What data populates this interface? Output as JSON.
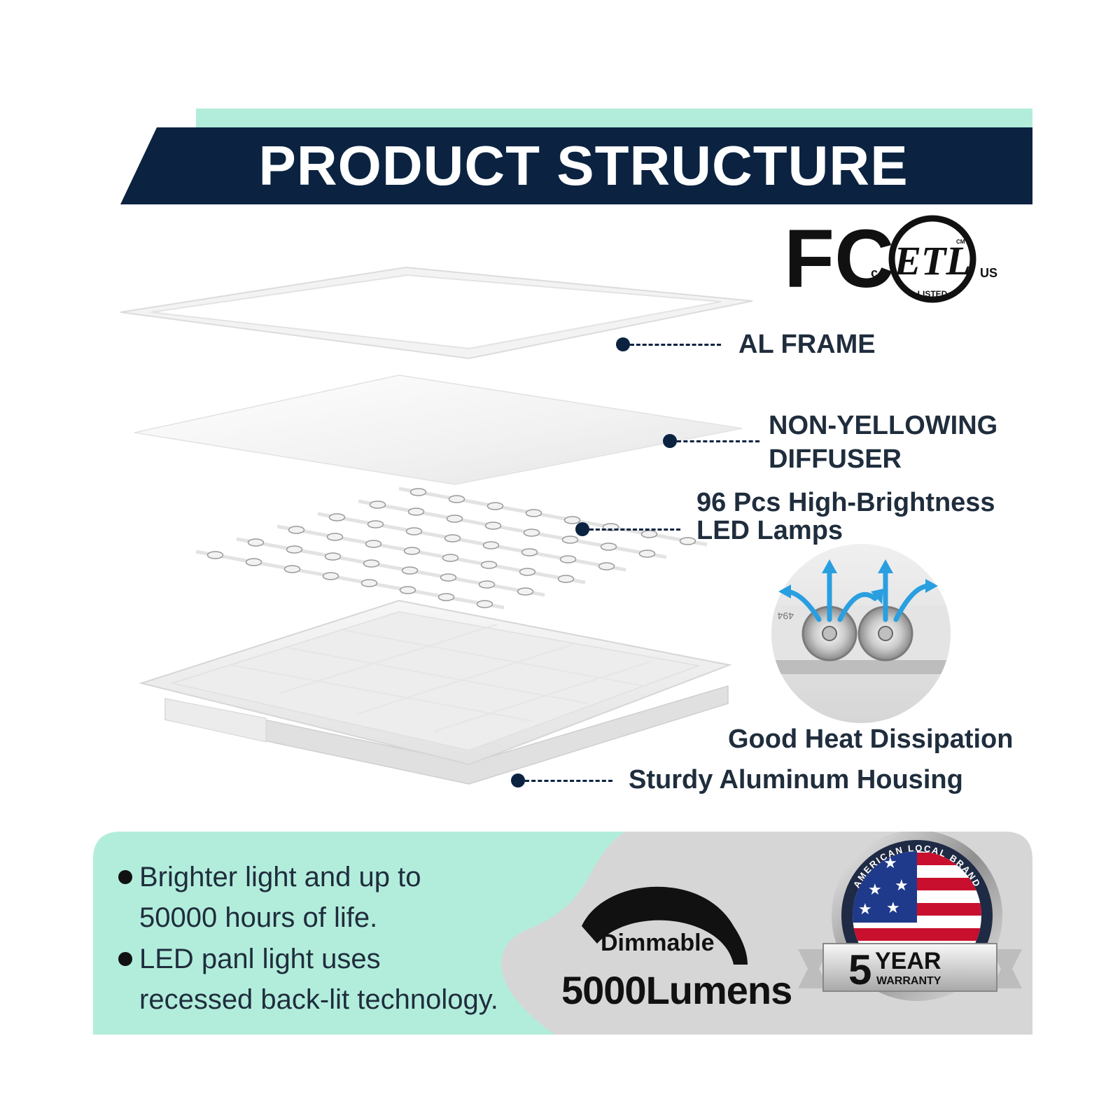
{
  "header": {
    "title": "PRODUCT STRUCTURE"
  },
  "certifications": {
    "fcc_mark": "FC",
    "etl_mark": "ETL",
    "etl_left": "c",
    "etl_right": "US",
    "etl_listed": "LISTED",
    "etl_small": "CM"
  },
  "callouts": {
    "frame": "AL FRAME",
    "diffuser_line1": "NON-YELLOWING",
    "diffuser_line2": "DIFFUSER",
    "leds_line1": "96 Pcs High-Brightness",
    "leds_line2": "LED Lamps",
    "heat": "Good Heat Dissipation",
    "housing": "Sturdy Aluminum Housing"
  },
  "heat_inset": {
    "part_number": "494"
  },
  "features": {
    "bullet1_line1": "Brighter light and up to",
    "bullet1_line2": "50000 hours of life.",
    "bullet2_line1": "LED panl light uses",
    "bullet2_line2": "recessed back-lit technology."
  },
  "specs": {
    "dimmable": "Dimmable",
    "lumens": "5000Lumens"
  },
  "badge": {
    "ring_text": "AMERICAN LOCAL BRAND",
    "years": "5",
    "year_word": "YEAR",
    "warranty_word": "WARRANTY"
  },
  "colors": {
    "navy": "#0b2341",
    "mint": "#b2eddb",
    "panel_gray": "#d6d6d6",
    "arrow_blue": "#2a9fe0"
  }
}
